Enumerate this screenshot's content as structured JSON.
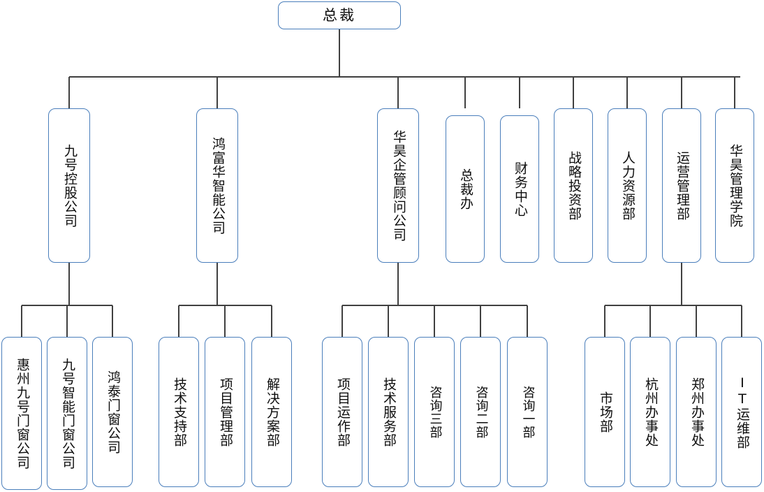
{
  "chart_title": "",
  "colors": {
    "node_border": "#4a7ebb",
    "node_fill": "#ffffff",
    "connector": "#404040",
    "text": "#0d0d0d"
  },
  "org_chart": {
    "type": "org-tree",
    "orientation": "top-down",
    "text_direction": "vertical",
    "root": {
      "id": "ceo",
      "label": "总裁"
    },
    "level2": [
      {
        "id": "l2-1",
        "label": "九号控股公司"
      },
      {
        "id": "l2-2",
        "label": "鸿富华智能公司"
      },
      {
        "id": "l2-3",
        "label": "华昊企管顾问公司"
      },
      {
        "id": "l2-4",
        "label": "总裁办"
      },
      {
        "id": "l2-5",
        "label": "财务中心"
      },
      {
        "id": "l2-6",
        "label": "战略投资部"
      },
      {
        "id": "l2-7",
        "label": "人力资源部"
      },
      {
        "id": "l2-8",
        "label": "运营管理部"
      },
      {
        "id": "l2-9",
        "label": "华昊管理学院"
      }
    ],
    "level3": {
      "group1_parent": "l2-1",
      "group1": [
        {
          "id": "l3-1",
          "label": "惠州九号门窗公司"
        },
        {
          "id": "l3-2",
          "label": "九号智能门窗公司"
        },
        {
          "id": "l3-3",
          "label": "鸿泰门窗公司"
        }
      ],
      "group2_parent": "l2-2",
      "group2": [
        {
          "id": "l3-4",
          "label": "技术支持部"
        },
        {
          "id": "l3-5",
          "label": "项目管理部"
        },
        {
          "id": "l3-6",
          "label": "解决方案部"
        }
      ],
      "group3_parent": "l2-3",
      "group3": [
        {
          "id": "l3-7",
          "label": "项目运作部"
        },
        {
          "id": "l3-8",
          "label": "技术服务部"
        },
        {
          "id": "l3-9",
          "label": "咨询三部"
        },
        {
          "id": "l3-10",
          "label": "咨询二部"
        },
        {
          "id": "l3-11",
          "label": "咨询一部"
        }
      ],
      "group4_parent": "l2-8",
      "group4": [
        {
          "id": "l3-12",
          "label": "市场部"
        },
        {
          "id": "l3-13",
          "label": "杭州办事处"
        },
        {
          "id": "l3-14",
          "label": "郑州办事处"
        },
        {
          "id": "l3-15",
          "label": "IT运维部"
        }
      ]
    }
  }
}
